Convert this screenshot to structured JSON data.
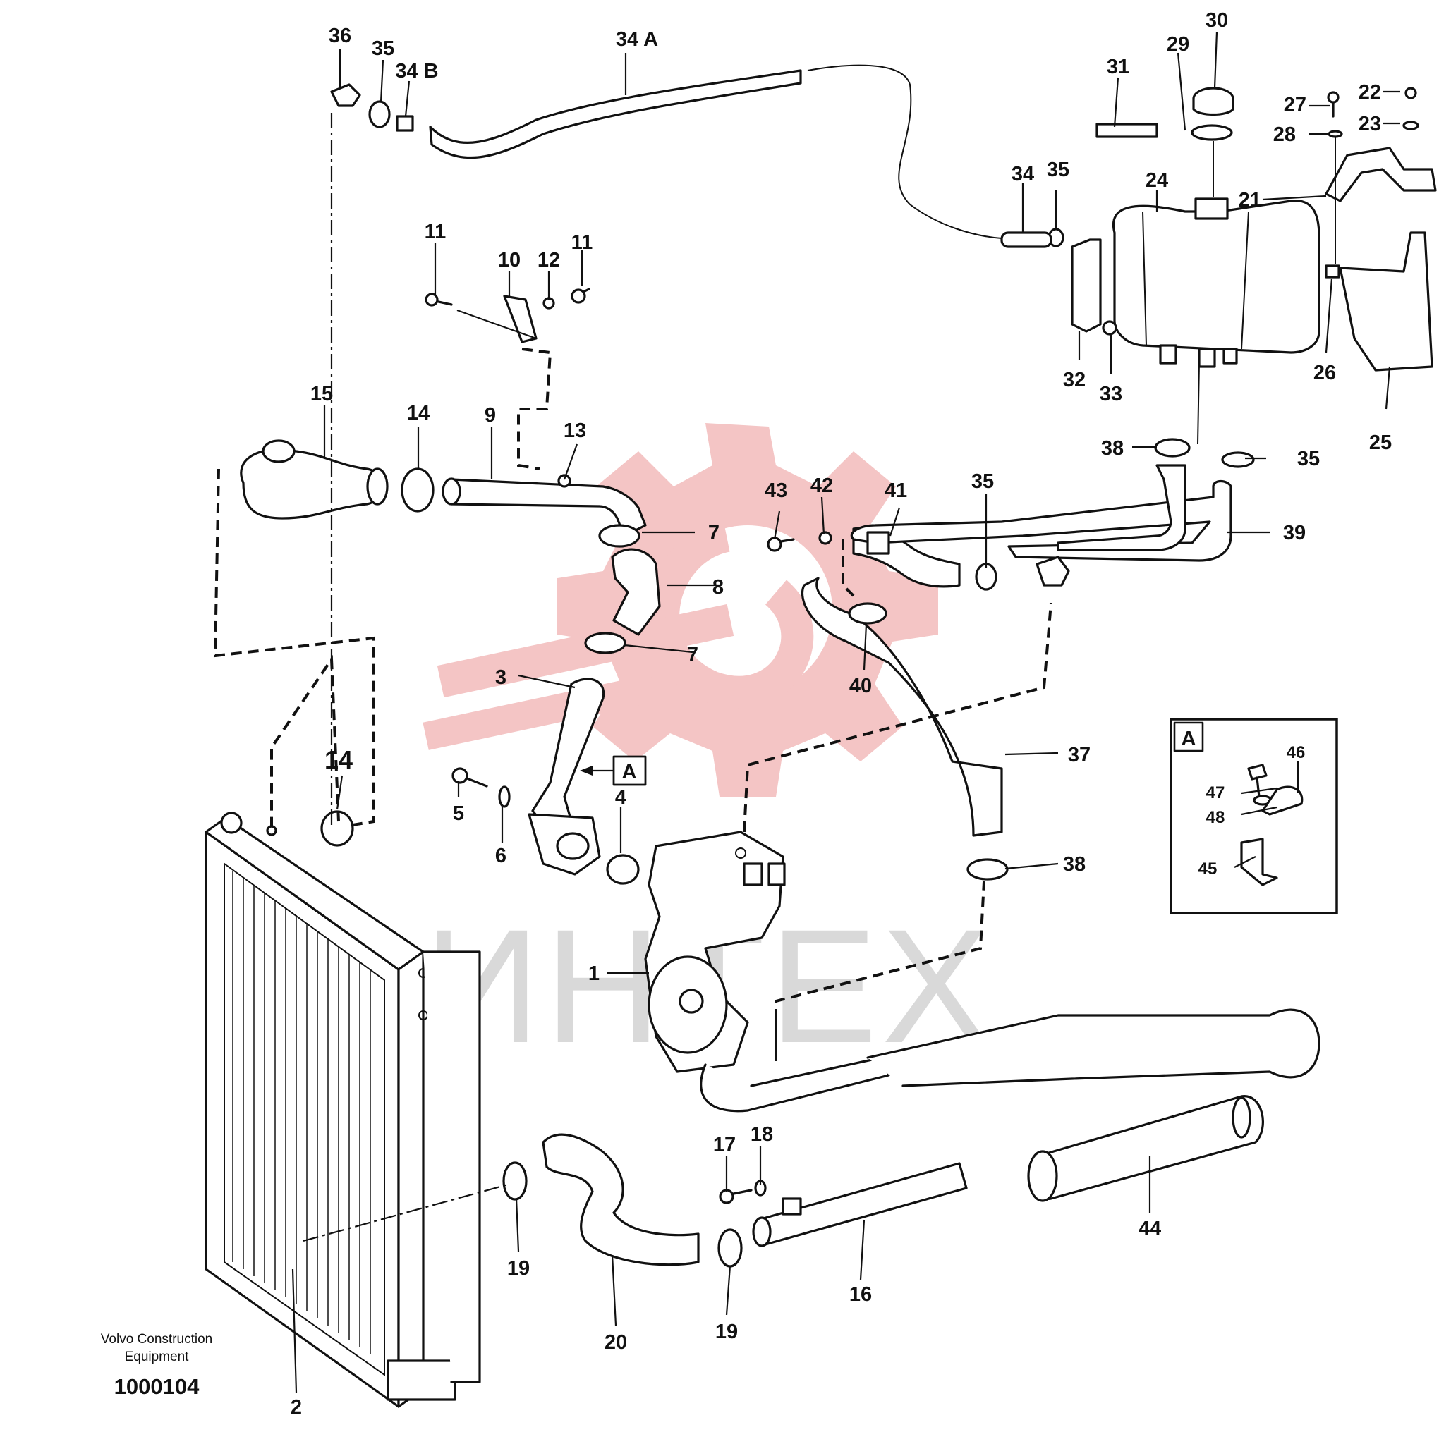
{
  "watermark": {
    "text": "ИНТЕХ",
    "logo_color": "#f4c5c5",
    "text_color": "#d9d9d9"
  },
  "caption": {
    "line1": "Volvo Construction",
    "line2": "Equipment",
    "number": "1000104"
  },
  "detail": {
    "label": "A",
    "arrow_label": "A"
  },
  "callouts": [
    "36",
    "35",
    "34 B",
    "34 A",
    "30",
    "29",
    "31",
    "27",
    "22",
    "23",
    "28",
    "34",
    "35",
    "24",
    "21",
    "11",
    "10",
    "12",
    "11",
    "26",
    "32",
    "33",
    "25",
    "15",
    "14",
    "9",
    "13",
    "38",
    "35",
    "43",
    "42",
    "41",
    "35",
    "39",
    "7",
    "8",
    "7",
    "3",
    "40",
    "37",
    "46",
    "47",
    "48",
    "45",
    "5",
    "6",
    "4",
    "38",
    "14",
    "1",
    "17",
    "18",
    "44",
    "19",
    "20",
    "19",
    "16",
    "2"
  ]
}
